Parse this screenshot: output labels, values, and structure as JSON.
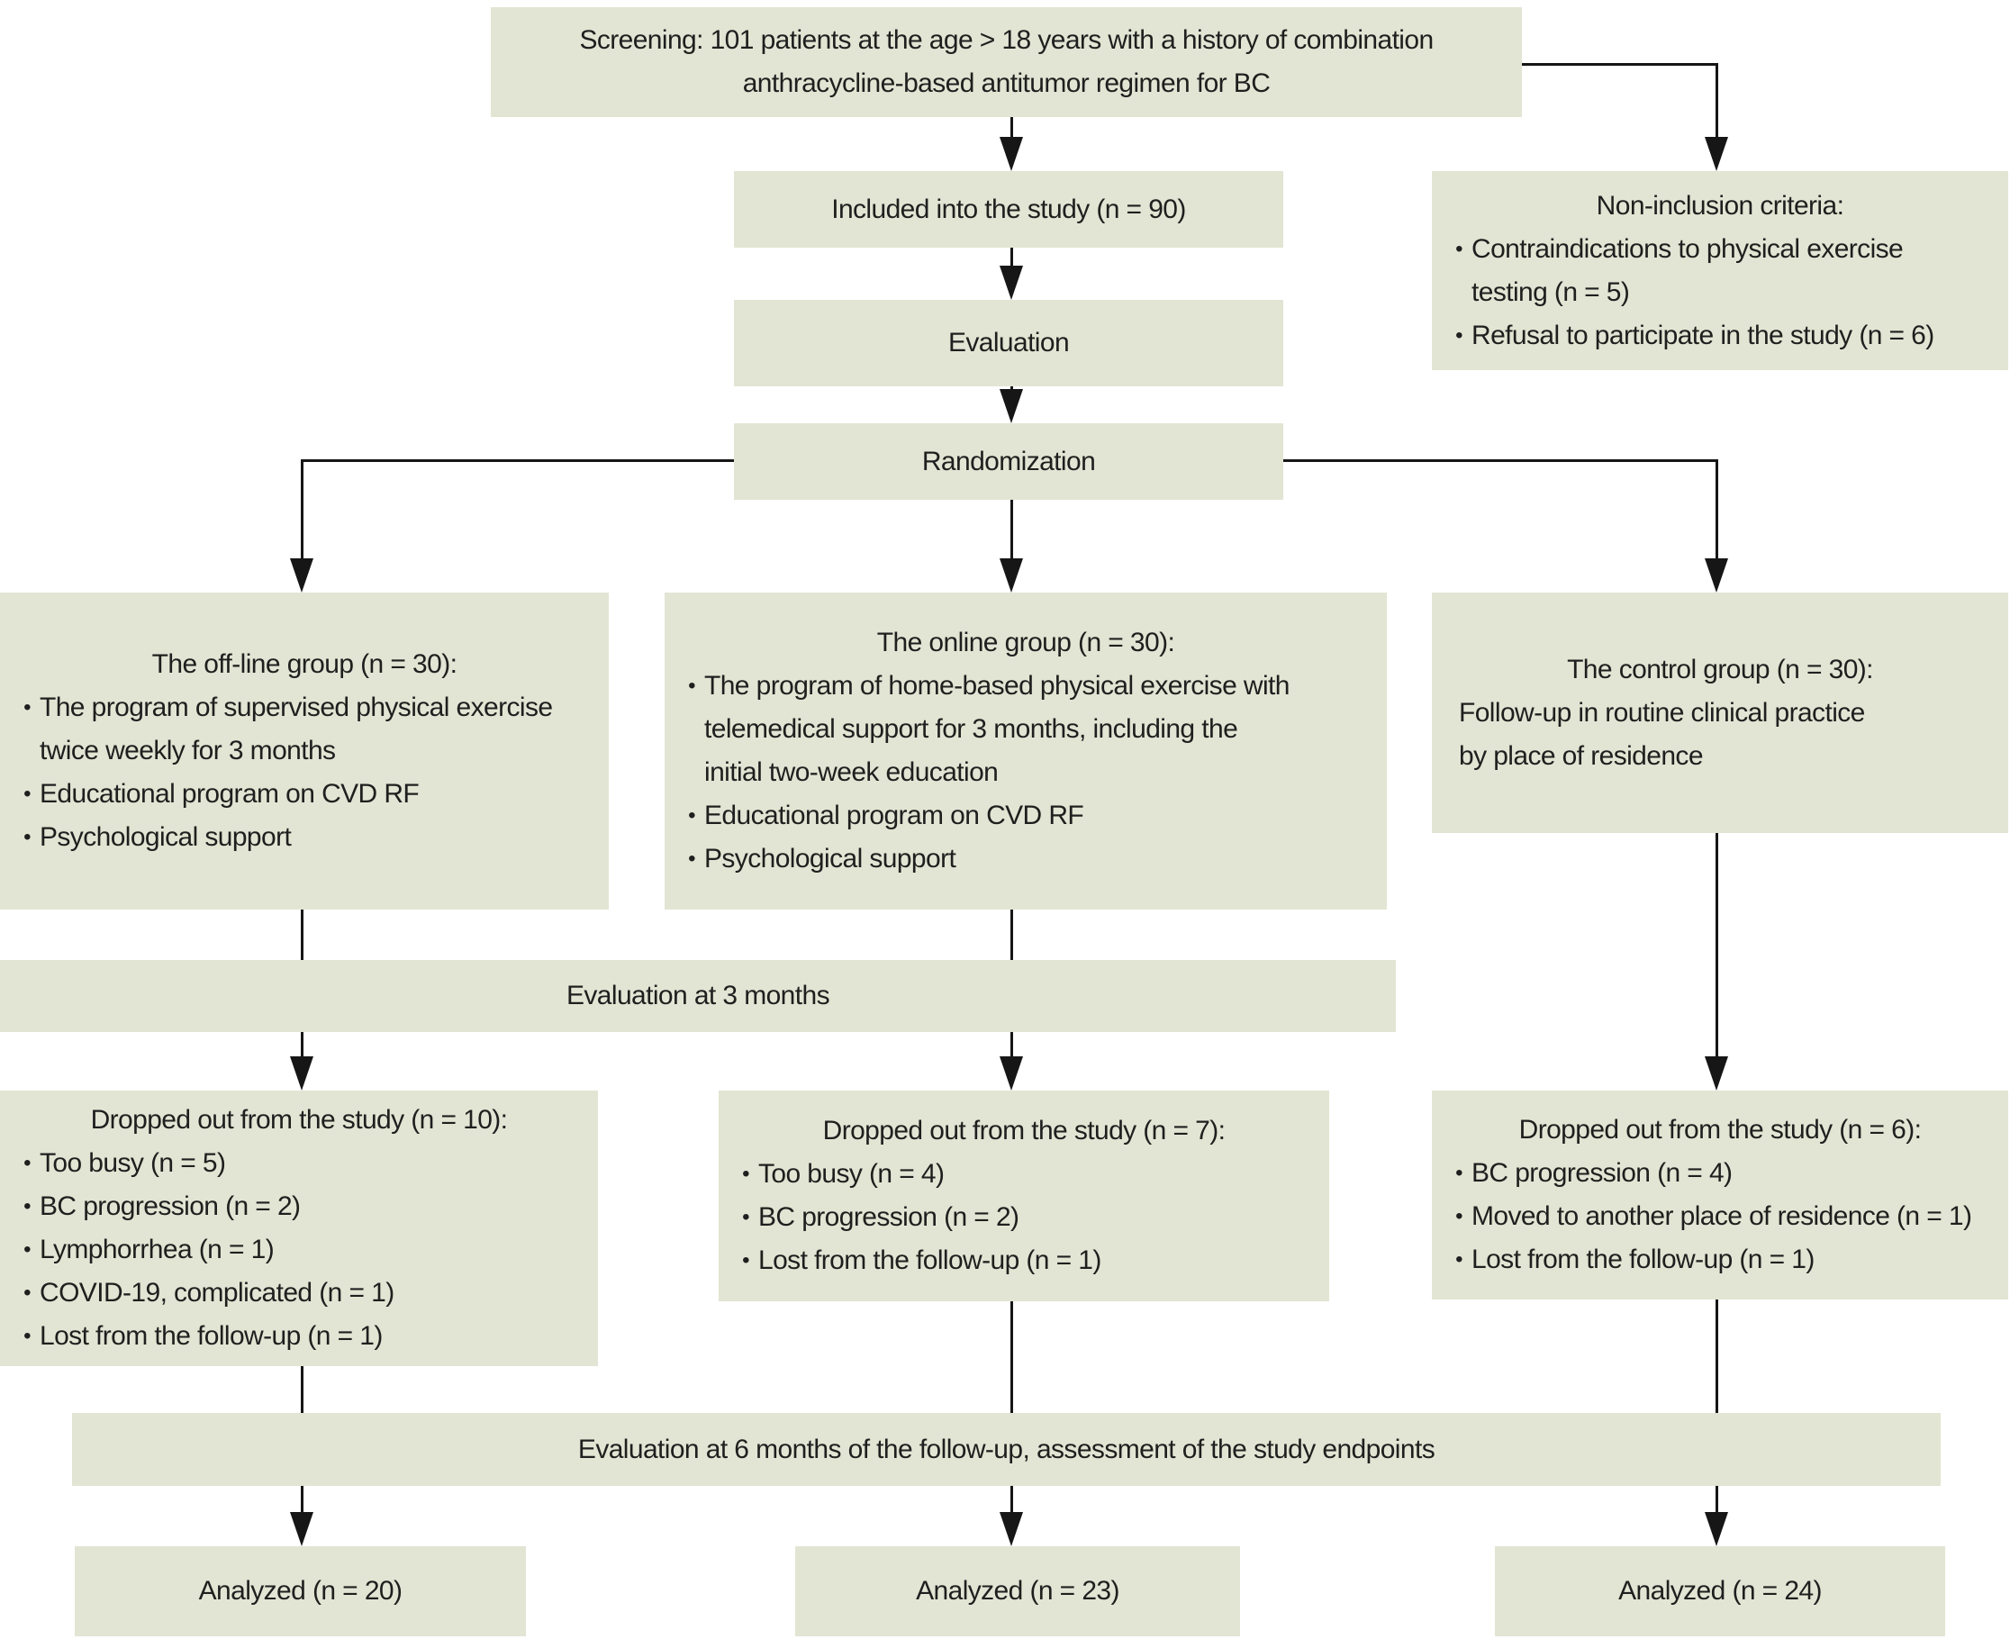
{
  "colors": {
    "box_fill": "#e2e5d3",
    "line": "#161616",
    "text": "#1f1f1f",
    "background": "#ffffff"
  },
  "flowchart": {
    "screening": {
      "text": "Screening: 101 patients at the age > 18 years with a history of combination\nanthracycline-based antitumor regimen for BC"
    },
    "included": {
      "label": "Included into the study (n = 90)"
    },
    "non_inclusion": {
      "title": "Non-inclusion criteria:",
      "bullets": [
        "Contraindications to physical exercise\ntesting (n = 5)",
        "Refusal to participate in the study (n = 6)"
      ]
    },
    "evaluation": {
      "label": "Evaluation"
    },
    "randomization": {
      "label": "Randomization"
    },
    "offline_group": {
      "title": "The off-line group (n = 30):",
      "bullets": [
        "The program of supervised physical exercise\ntwice weekly for 3 months",
        "Educational program on CVD RF",
        "Psychological support"
      ]
    },
    "online_group": {
      "title": "The online group (n = 30):",
      "bullets": [
        "The program of home-based physical exercise with\ntelemedical support for 3 months, including the\ninitial two-week education",
        "Educational program on CVD RF",
        "Psychological support"
      ]
    },
    "control_group": {
      "title": "The control group (n = 30):",
      "body": "Follow-up in routine clinical practice\nby place of residence"
    },
    "evaluation_3_months": {
      "label": "Evaluation at 3 months"
    },
    "dropped_offline": {
      "title": "Dropped out from the study (n = 10):",
      "bullets": [
        "Too busy (n = 5)",
        "BC progression (n = 2)",
        "Lymphorrhea (n = 1)",
        "COVID-19, complicated (n = 1)",
        "Lost from the follow-up (n = 1)"
      ]
    },
    "dropped_online": {
      "title": "Dropped out from the study (n = 7):",
      "bullets": [
        "Too busy (n = 4)",
        "BC progression (n = 2)",
        "Lost from the follow-up (n = 1)"
      ]
    },
    "dropped_control": {
      "title": "Dropped out from the study (n = 6):",
      "bullets": [
        "BC progression (n = 4)",
        "Moved to another place of residence (n = 1)",
        "Lost from the follow-up (n = 1)"
      ]
    },
    "evaluation_6_months": {
      "label": "Evaluation at 6 months of the follow-up, assessment of the study endpoints"
    },
    "analyzed_offline": {
      "label": "Analyzed (n = 20)"
    },
    "analyzed_online": {
      "label": "Analyzed (n = 23)"
    },
    "analyzed_control": {
      "label": "Analyzed (n = 24)"
    }
  }
}
